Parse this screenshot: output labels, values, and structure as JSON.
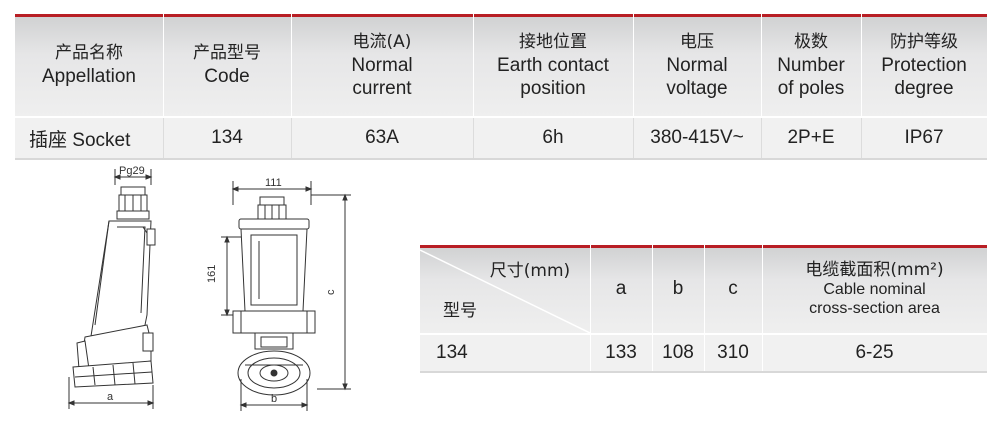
{
  "spec_table": {
    "headers": [
      {
        "zh": "产品名称",
        "en": [
          "Appellation"
        ]
      },
      {
        "zh": "产品型号",
        "en": [
          "Code"
        ]
      },
      {
        "zh": "电流(A)",
        "en": [
          "Normal",
          "current"
        ]
      },
      {
        "zh": "接地位置",
        "en": [
          "Earth contact",
          "position"
        ]
      },
      {
        "zh": "电压",
        "en": [
          "Normal",
          "voltage"
        ]
      },
      {
        "zh": "极数",
        "en": [
          "Number",
          "of poles"
        ]
      },
      {
        "zh": "防护等级",
        "en": [
          "Protection",
          "degree"
        ]
      }
    ],
    "row": [
      "插座 Socket",
      "134",
      "63A",
      "6h",
      "380-415V~",
      "2P+E",
      "IP67"
    ]
  },
  "drawing_labels": {
    "pg": "Pg29",
    "width_top": "111",
    "height_161": "161",
    "height_c": "c",
    "width_a": "a",
    "width_b": "b"
  },
  "dimension_table": {
    "corner_top": "尺寸(mm)",
    "corner_bottom": "型号",
    "col_a": "a",
    "col_b": "b",
    "col_c": "c",
    "cable_zh": "电缆截面积(mm²)",
    "cable_en_1": "Cable nominal",
    "cable_en_2": "cross-section area",
    "row": {
      "model": "134",
      "a": "133",
      "b": "108",
      "c": "310",
      "cable": "6-25"
    }
  },
  "colors": {
    "accent_red": "#b81e24",
    "header_gray": "#e3e3e4",
    "row_gray": "#f1f1f1"
  }
}
